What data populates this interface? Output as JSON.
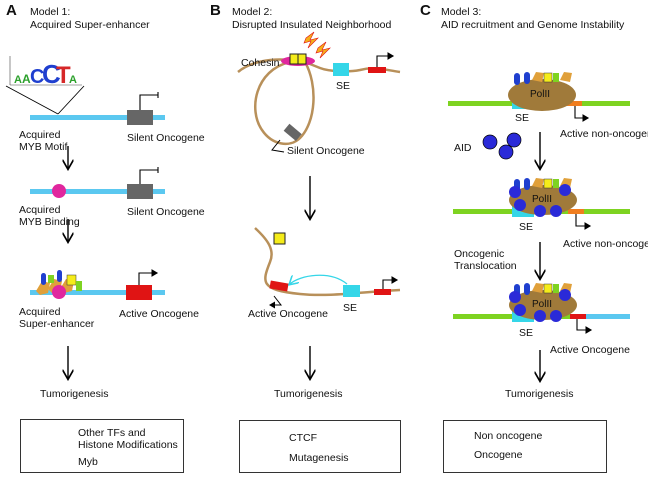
{
  "panels": [
    {
      "letter": "A",
      "title_line1": "Model 1:",
      "title_line2": "Acquired Super-enhancer"
    },
    {
      "letter": "B",
      "title_line1": "Model 2:",
      "title_line2": "Disrupted Insulated Neighborhood"
    },
    {
      "letter": "C",
      "title_line1": "Model 3:",
      "title_line2": "AID recruitment and Genome Instability"
    }
  ],
  "panelA": {
    "motif_letters": "AACCTA",
    "step1_left": "Acquired\nMYB Motif",
    "step1_right": "Silent Oncogene",
    "step2_left": "Acquired\nMYB Binding",
    "step2_right": "Silent Oncogene",
    "step3_left": "Acquired\nSuper-enhancer",
    "step3_right": "Active Oncogene",
    "outcome": "Tumorigenesis",
    "legend_tfs": "Other TFs and\nHistone Modifications",
    "legend_myb": "Myb"
  },
  "panelB": {
    "cohesin": "Cohesin",
    "se_top": "SE",
    "silent": "Silent Oncogene",
    "active": "Active Oncogene",
    "se_bottom": "SE",
    "outcome": "Tumorigenesis",
    "legend_ctcf": "CTCF",
    "legend_mut": "Mutagenesis"
  },
  "panelC": {
    "polII_1": "PolII",
    "se_1": "SE",
    "active_non_1": "Active non-oncogene",
    "aid": "AID",
    "polII_2": "PolII",
    "se_2": "SE",
    "active_non_2": "Active non-oncogene",
    "translocation": "Oncogenic\nTranslocation",
    "polII_3": "PolII",
    "se_3": "SE",
    "active_onc": "Active Oncogene",
    "outcome": "Tumorigenesis",
    "legend_non": "Non oncogene",
    "legend_onc": "Oncogene"
  },
  "colors": {
    "dna_blue": "#5bc8f0",
    "dna_green": "#7ed321",
    "loop_tan": "#b8905a",
    "gene_gray": "#666666",
    "gene_red": "#e01414",
    "myb_magenta": "#e0279e",
    "se_cyan": "#35d6e8",
    "ctcf_yellow": "#f5ec1a",
    "polII_brown": "#a07a3a",
    "aid_blue": "#2a2ad8",
    "non_onc_orange": "#f07d1e"
  }
}
